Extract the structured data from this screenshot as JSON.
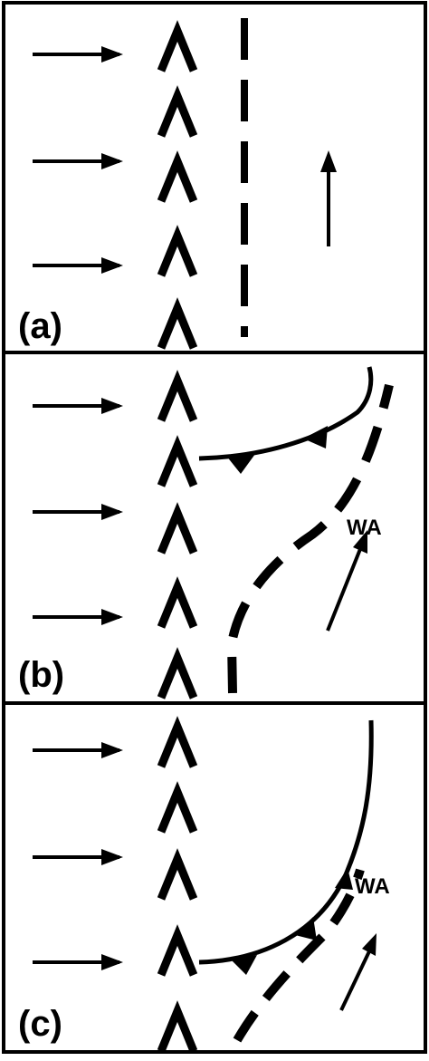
{
  "colors": {
    "ink": "#000000",
    "background": "#ffffff"
  },
  "panels": [
    {
      "label": "(a)",
      "has_wa_label": false,
      "wa_label": ""
    },
    {
      "label": "(b)",
      "has_wa_label": true,
      "wa_label": "WA"
    },
    {
      "label": "(c)",
      "has_wa_label": true,
      "wa_label": "WA"
    }
  ],
  "icons": {
    "flow_arrow": "right-arrow-icon",
    "ridge_symbol": "chevron-up-icon",
    "motion_arrow": "up-arrow-icon",
    "cold_front": "cold-front-icon"
  }
}
